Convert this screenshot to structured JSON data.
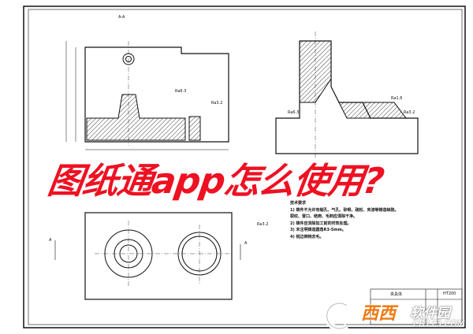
{
  "title": "图纸通app怎么使用?",
  "drawing": {
    "section_label": "A-A",
    "material": "HT200",
    "part_name": "夹具体",
    "notes": [
      "技术要求",
      "1) 铸件不允许有缩孔、气孔、砂眼、疏松、夹渣等铸造缺陷。",
      "   裂纹、冒口、结疤、毛刺应清除干净。",
      "2) 铸件应消除加工前的时效处理。",
      "3) 未注明铸造圆角R3-5mm。",
      "4) 锐边倒钝去毛。"
    ],
    "roughness_labels": [
      "Ra6.3",
      "Ra3.2",
      "Ra6.3",
      "Ra3.2",
      "Ra1.6",
      "Ra3.2"
    ],
    "view_marks": [
      "A",
      "A"
    ]
  },
  "watermark": {
    "brand": "西西",
    "site": "软件园",
    "url": "CR173.COM",
    "colors": {
      "brand": "#f07a10"
    }
  },
  "colors": {
    "title": "#ee1122",
    "lines": "#111111"
  }
}
